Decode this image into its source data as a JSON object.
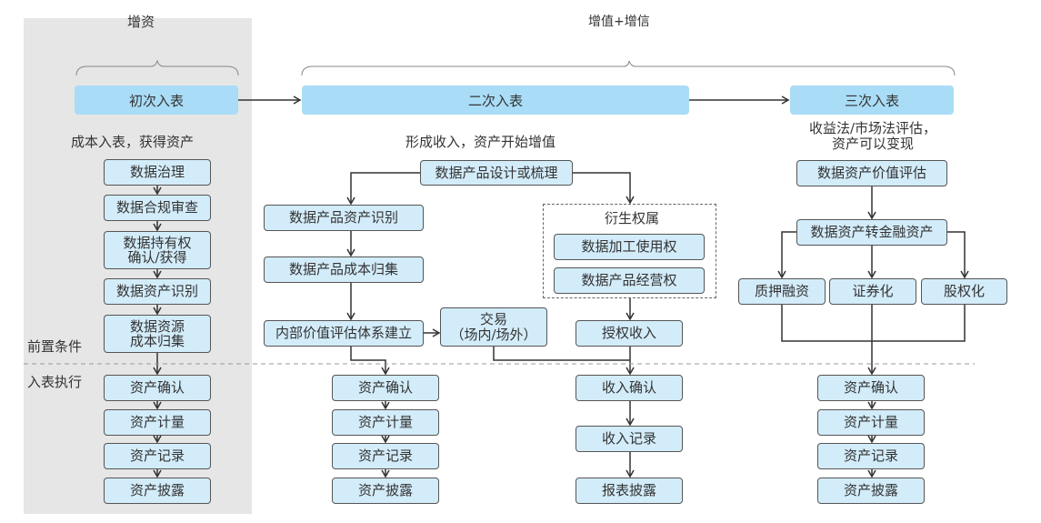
{
  "stage_groups": {
    "left_brace_label": "增资",
    "right_brace_label": "增值+增信"
  },
  "stages": [
    {
      "title": "初次入表",
      "subtitle": "成本入表，获得资产"
    },
    {
      "title": "二次入表",
      "subtitle": "形成收入，资产开始增值"
    },
    {
      "title": "三次入表",
      "subtitle": "收益法/市场法评估，\n资产可以变现"
    }
  ],
  "row_labels": {
    "preconditions": "前置条件",
    "execution": "入表执行"
  },
  "stage1": {
    "pre_steps": [
      "数据治理",
      "数据合规审查",
      "数据持有权\n确认/获得",
      "数据资产识别",
      "数据资源\n成本归集"
    ],
    "exec_steps": [
      "资产确认",
      "资产计量",
      "资产记录",
      "资产披露"
    ]
  },
  "stage2": {
    "root": "数据产品设计或梳理",
    "left_branch": [
      "数据产品资产识别",
      "数据产品成本归集",
      "内部价值评估体系建立"
    ],
    "trade": "交易\n（场内/场外）",
    "derived_rights": {
      "title": "衍生权属",
      "items": [
        "数据加工使用权",
        "数据产品经营权"
      ]
    },
    "license_income": "授权收入",
    "asset_exec_steps": [
      "资产确认",
      "资产计量",
      "资产记录",
      "资产披露"
    ],
    "income_exec_steps": [
      "收入确认",
      "收入记录",
      "报表披露"
    ]
  },
  "stage3": {
    "valuation": "数据资产价值评估",
    "to_financial": "数据资产转金融资产",
    "options": [
      "质押融资",
      "证券化",
      "股权化"
    ],
    "exec_steps": [
      "资产确认",
      "资产计量",
      "资产记录",
      "资产披露"
    ]
  },
  "colors": {
    "header_fill": "#a9dcf6",
    "box_fill": "#d3ecfa",
    "panel_fill": "#e6e6e6",
    "line": "#333333"
  }
}
